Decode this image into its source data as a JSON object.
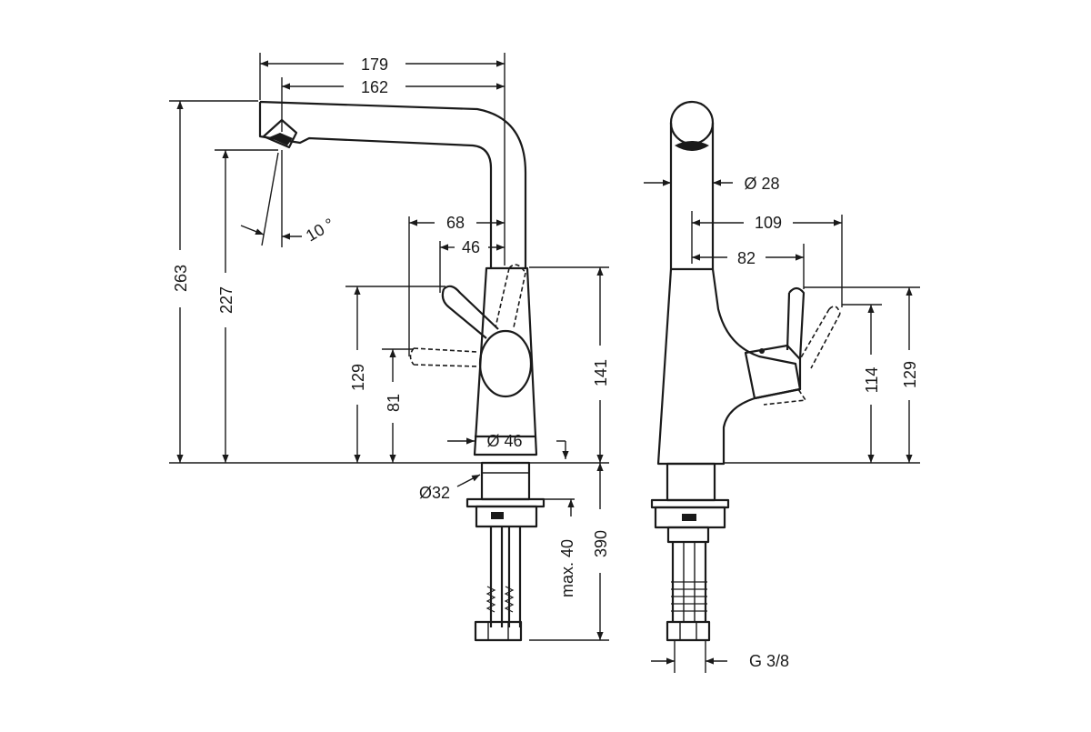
{
  "front_view": {
    "dim_179": "179",
    "dim_162": "162",
    "dim_263": "263",
    "dim_227": "227",
    "dim_10deg": "10 °",
    "dim_68": "68",
    "dim_46": "46",
    "dim_129": "129",
    "dim_81": "81",
    "dim_141": "141",
    "dim_dia46": "Ø 46",
    "dim_dia32": "Ø32",
    "dim_max40": "max. 40",
    "dim_390": "390"
  },
  "side_view": {
    "dim_dia28": "Ø 28",
    "dim_109": "109",
    "dim_82": "82",
    "dim_114": "114",
    "dim_129": "129",
    "dim_g38": "G 3/8"
  },
  "colors": {
    "line": "#1a1a1a",
    "background": "#ffffff"
  }
}
